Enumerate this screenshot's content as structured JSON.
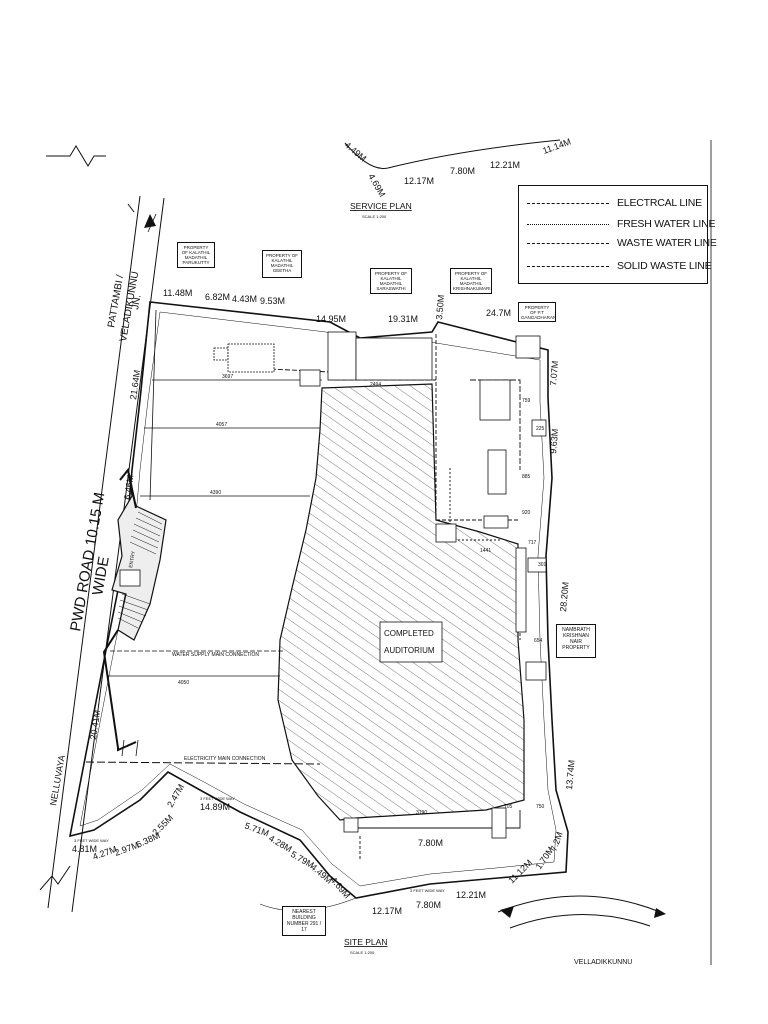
{
  "legend": {
    "electrical": "ELECTRCAL LINE",
    "fresh_water": "FRESH WATER LINE",
    "waste_water": "WASTE WATER LINE",
    "solid_waste": "SOLID WASTE LINE"
  },
  "titles": {
    "service_plan": "SERVICE PLAN",
    "service_scale": "SCALE 1:200",
    "site_plan": "SITE PLAN",
    "site_scale": "SCALE 1:200",
    "auditorium_line1": "COMPLETED",
    "auditorium_line2": "AUDITORIUM"
  },
  "roads": {
    "pwd_road": "PWD ROAD 10.15 M",
    "pwd_wide": "WIDE",
    "pattambi": "PATTAMBI /",
    "veladikunnu": "VELADIKUNNU",
    "jn": "JN.",
    "nelluvaya": "NELLUVAYA",
    "velladikkunnu": "VELLADIKKUNNU",
    "foot_way_top": "3 FEET WIDE WAY",
    "foot_way_bottom": "3 FEET WIDE WAY",
    "foot_way_left": "3 FEET WIDE WAY"
  },
  "properties": {
    "p1": "PROPERTY OF KALATHIL MADATHIL PARUKUTTY",
    "p2": "PROPERTY OF KALATHIL MADATHIL GEETHA",
    "p3": "PROPERTY OF KALATHIL MADATHIL SARASWATHI",
    "p4": "PROPERTY OF KALATHIL MADATHIL KRISHNAKUMARI",
    "p5": "PROPERTY OF P.T GANGADHARAN",
    "p6": "NAMBRATH KRISHNAN NAIR PROPERTY",
    "nearest": "NEAREST BUILDING NUMBER 291 / 17"
  },
  "services": {
    "water_main": "WATER SUPPLY MAIN CONNECTION",
    "electricity_main": "ELECTRICITY MAIN CONNECTION",
    "entry": "ENTRY"
  },
  "dimensions": {
    "top_11_48": "11.48M",
    "top_6_82": "6.82M",
    "top_4_43": "4.43M",
    "top_9_53": "9.53M",
    "top_14_95": "14.95M",
    "top_19_31": "19.31M",
    "top_3_50": "3.50M",
    "top_24_7": "24.7M",
    "right_7_07": "7.07M",
    "right_9_63": "9.63M",
    "right_28_20": "28.20M",
    "right_13_74": "13.74M",
    "left_21_64": "21.64M",
    "left_6_46": "6.46M",
    "left_20_41": "20.41M",
    "bottom_4_81": "4.81M",
    "bottom_4_27": "4.27M",
    "bottom_2_97": "2.97M",
    "bottom_6_38": "6.38M",
    "bottom_2_55": "2.55M",
    "bottom_2_47": "2.47M",
    "bottom_14_89": "14.89M",
    "bottom_5_71": "5.71M",
    "bottom_4_28": "4.28M",
    "bottom_5_79": "5.79M",
    "bottom_4_49": "4.49M",
    "bottom_4_69": "4.69M",
    "bottom_12_17": "12.17M",
    "bottom_7_80": "7.80M",
    "bottom_12_21": "12.21M",
    "bottom_11_12": "11.12M",
    "bottom_1_70": "1.70M",
    "bottom_7_2": "7.2M",
    "bottom_7_80b": "7.80M",
    "topcut_12_17": "12.17M",
    "topcut_7_80": "7.80M",
    "topcut_12_21": "12.21M",
    "topcut_11_14": "11.14M",
    "topcut_4_69": "4.69M",
    "topcut_4_49": "4.49M",
    "int_3697": "3697",
    "int_4057": "4057",
    "int_4390": "4390",
    "int_4050": "4050",
    "int_2494": "2494",
    "int_759": "759",
    "int_885": "885",
    "int_920": "920",
    "int_1441": "1441",
    "int_717": "717",
    "int_301": "301",
    "int_654": "654",
    "int_750": "750",
    "int_705": "705",
    "int_3190": "3190",
    "int_225": "225"
  }
}
